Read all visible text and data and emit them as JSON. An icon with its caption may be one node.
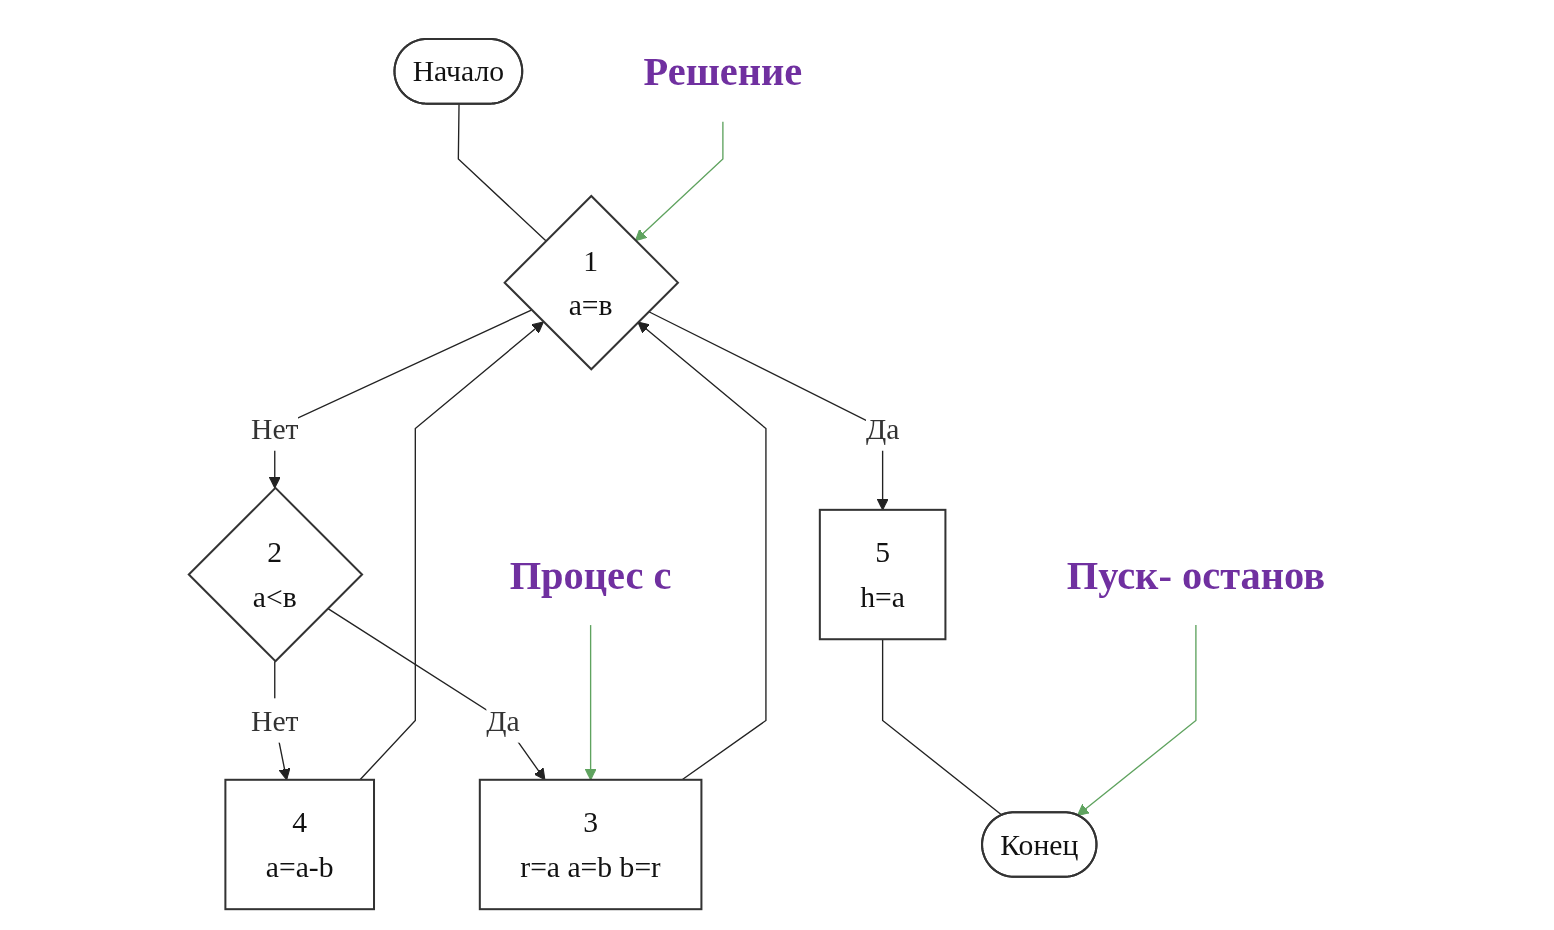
{
  "diagram": {
    "nodes": [
      {
        "text": [
          "Начало"
        ]
      },
      {
        "text": [
          "1",
          "a=в"
        ]
      },
      {
        "text": [
          "2",
          "a<в"
        ]
      },
      {
        "text": [
          "4",
          "a=a-b"
        ]
      },
      {
        "text": [
          "3",
          "r=a a=b b=r"
        ]
      },
      {
        "text": [
          "5",
          "h=a"
        ]
      },
      {
        "text": [
          "Конец"
        ]
      },
      {
        "text": [
          "Решение"
        ]
      },
      {
        "text": [
          "Процес с"
        ]
      },
      {
        "text": [
          "Пуск- останов"
        ]
      }
    ],
    "edges": [
      {
        "from": 0,
        "to": 1,
        "arrow": "none"
      },
      {
        "from": 1,
        "to": 2,
        "arrow": "to",
        "label": "Нет"
      },
      {
        "from": 1,
        "to": 5,
        "arrow": "to",
        "label": "Да"
      },
      {
        "from": 2,
        "to": 3,
        "arrow": "to",
        "label": "Нет"
      },
      {
        "from": 2,
        "to": 4,
        "arrow": "to",
        "label": "Да"
      },
      {
        "from": 3,
        "to": 1,
        "arrow": "to"
      },
      {
        "from": 4,
        "to": 1,
        "arrow": "to"
      },
      {
        "from": 5,
        "to": 6,
        "arrow": "none"
      },
      {
        "from": 7,
        "to": 1,
        "arrow": "to",
        "color": "#5fa35f"
      },
      {
        "from": 8,
        "to": 4,
        "arrow": "to",
        "color": "#5fa35f"
      },
      {
        "from": 9,
        "to": 6,
        "arrow": "to",
        "color": "#5fa35f"
      }
    ]
  }
}
